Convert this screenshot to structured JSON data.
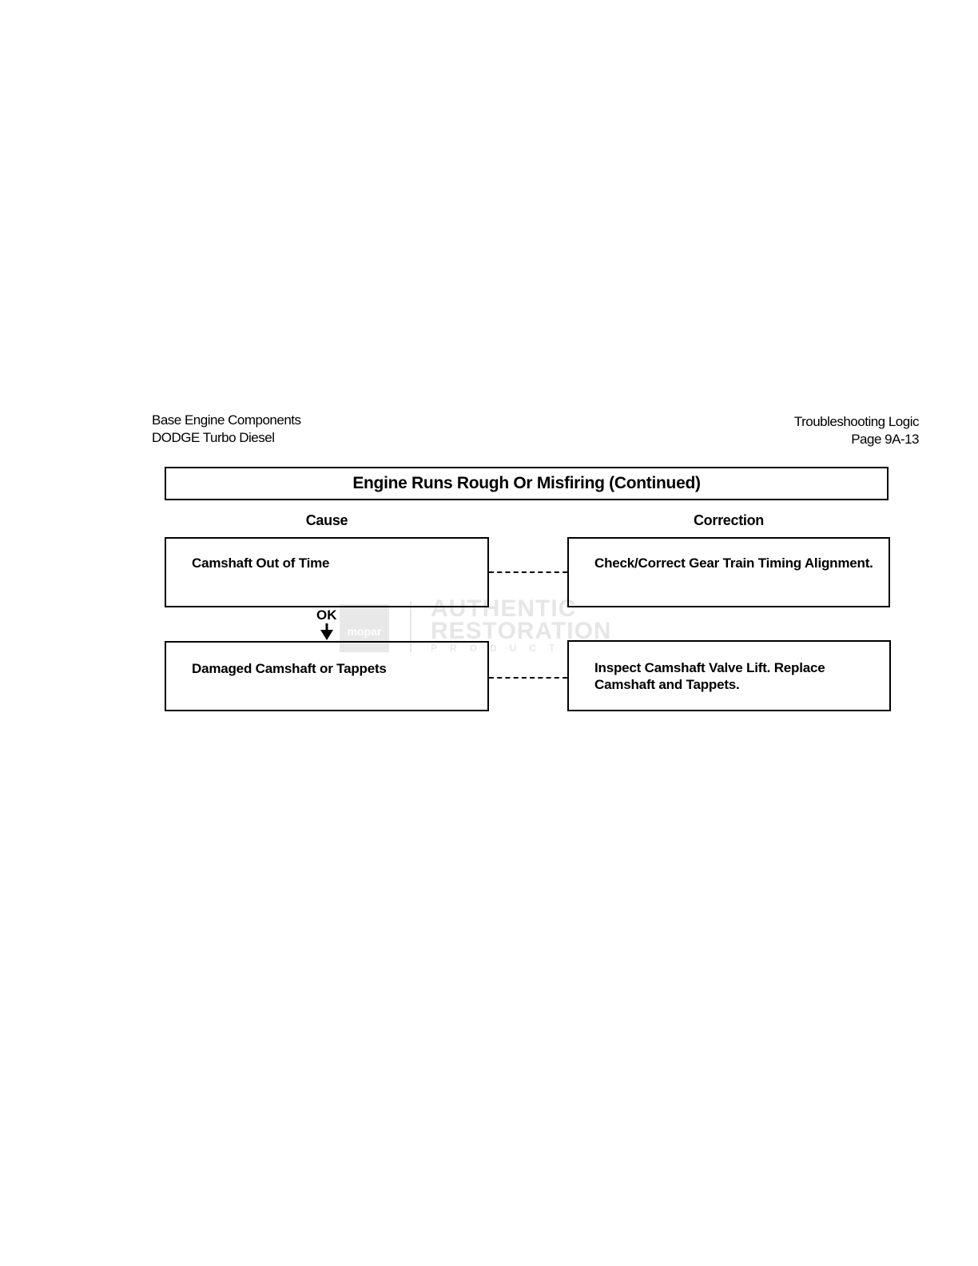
{
  "header": {
    "left_line1": "Base Engine Components",
    "left_line2": "DODGE Turbo Diesel",
    "right_line1": "Troubleshooting Logic",
    "right_line2": "Page 9A-13"
  },
  "title": "Engine Runs Rough Or Misfiring (Continued)",
  "columns": {
    "cause": "Cause",
    "correction": "Correction"
  },
  "rows": [
    {
      "cause": "Camshaft Out of Time",
      "correction": "Check/Correct Gear Train Timing Alignment."
    },
    {
      "cause": "Damaged Camshaft or Tappets",
      "correction": "Inspect Camshaft Valve Lift. Replace Camshaft and Tappets."
    }
  ],
  "flow_label": "OK",
  "watermark": {
    "logo": "mopar",
    "line1": "AUTHENTIC",
    "line2": "RESTORATION",
    "line3": "PRODUCT"
  }
}
